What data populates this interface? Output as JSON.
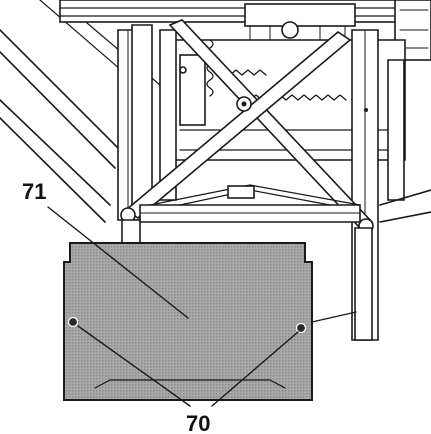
{
  "figure": {
    "callouts": [
      {
        "id": "71",
        "label": "71"
      },
      {
        "id": "70",
        "label": "70"
      }
    ]
  },
  "colors": {
    "line": "#1a1a1a",
    "panel_fill": "#9e9e9e",
    "background": "#ffffff"
  }
}
